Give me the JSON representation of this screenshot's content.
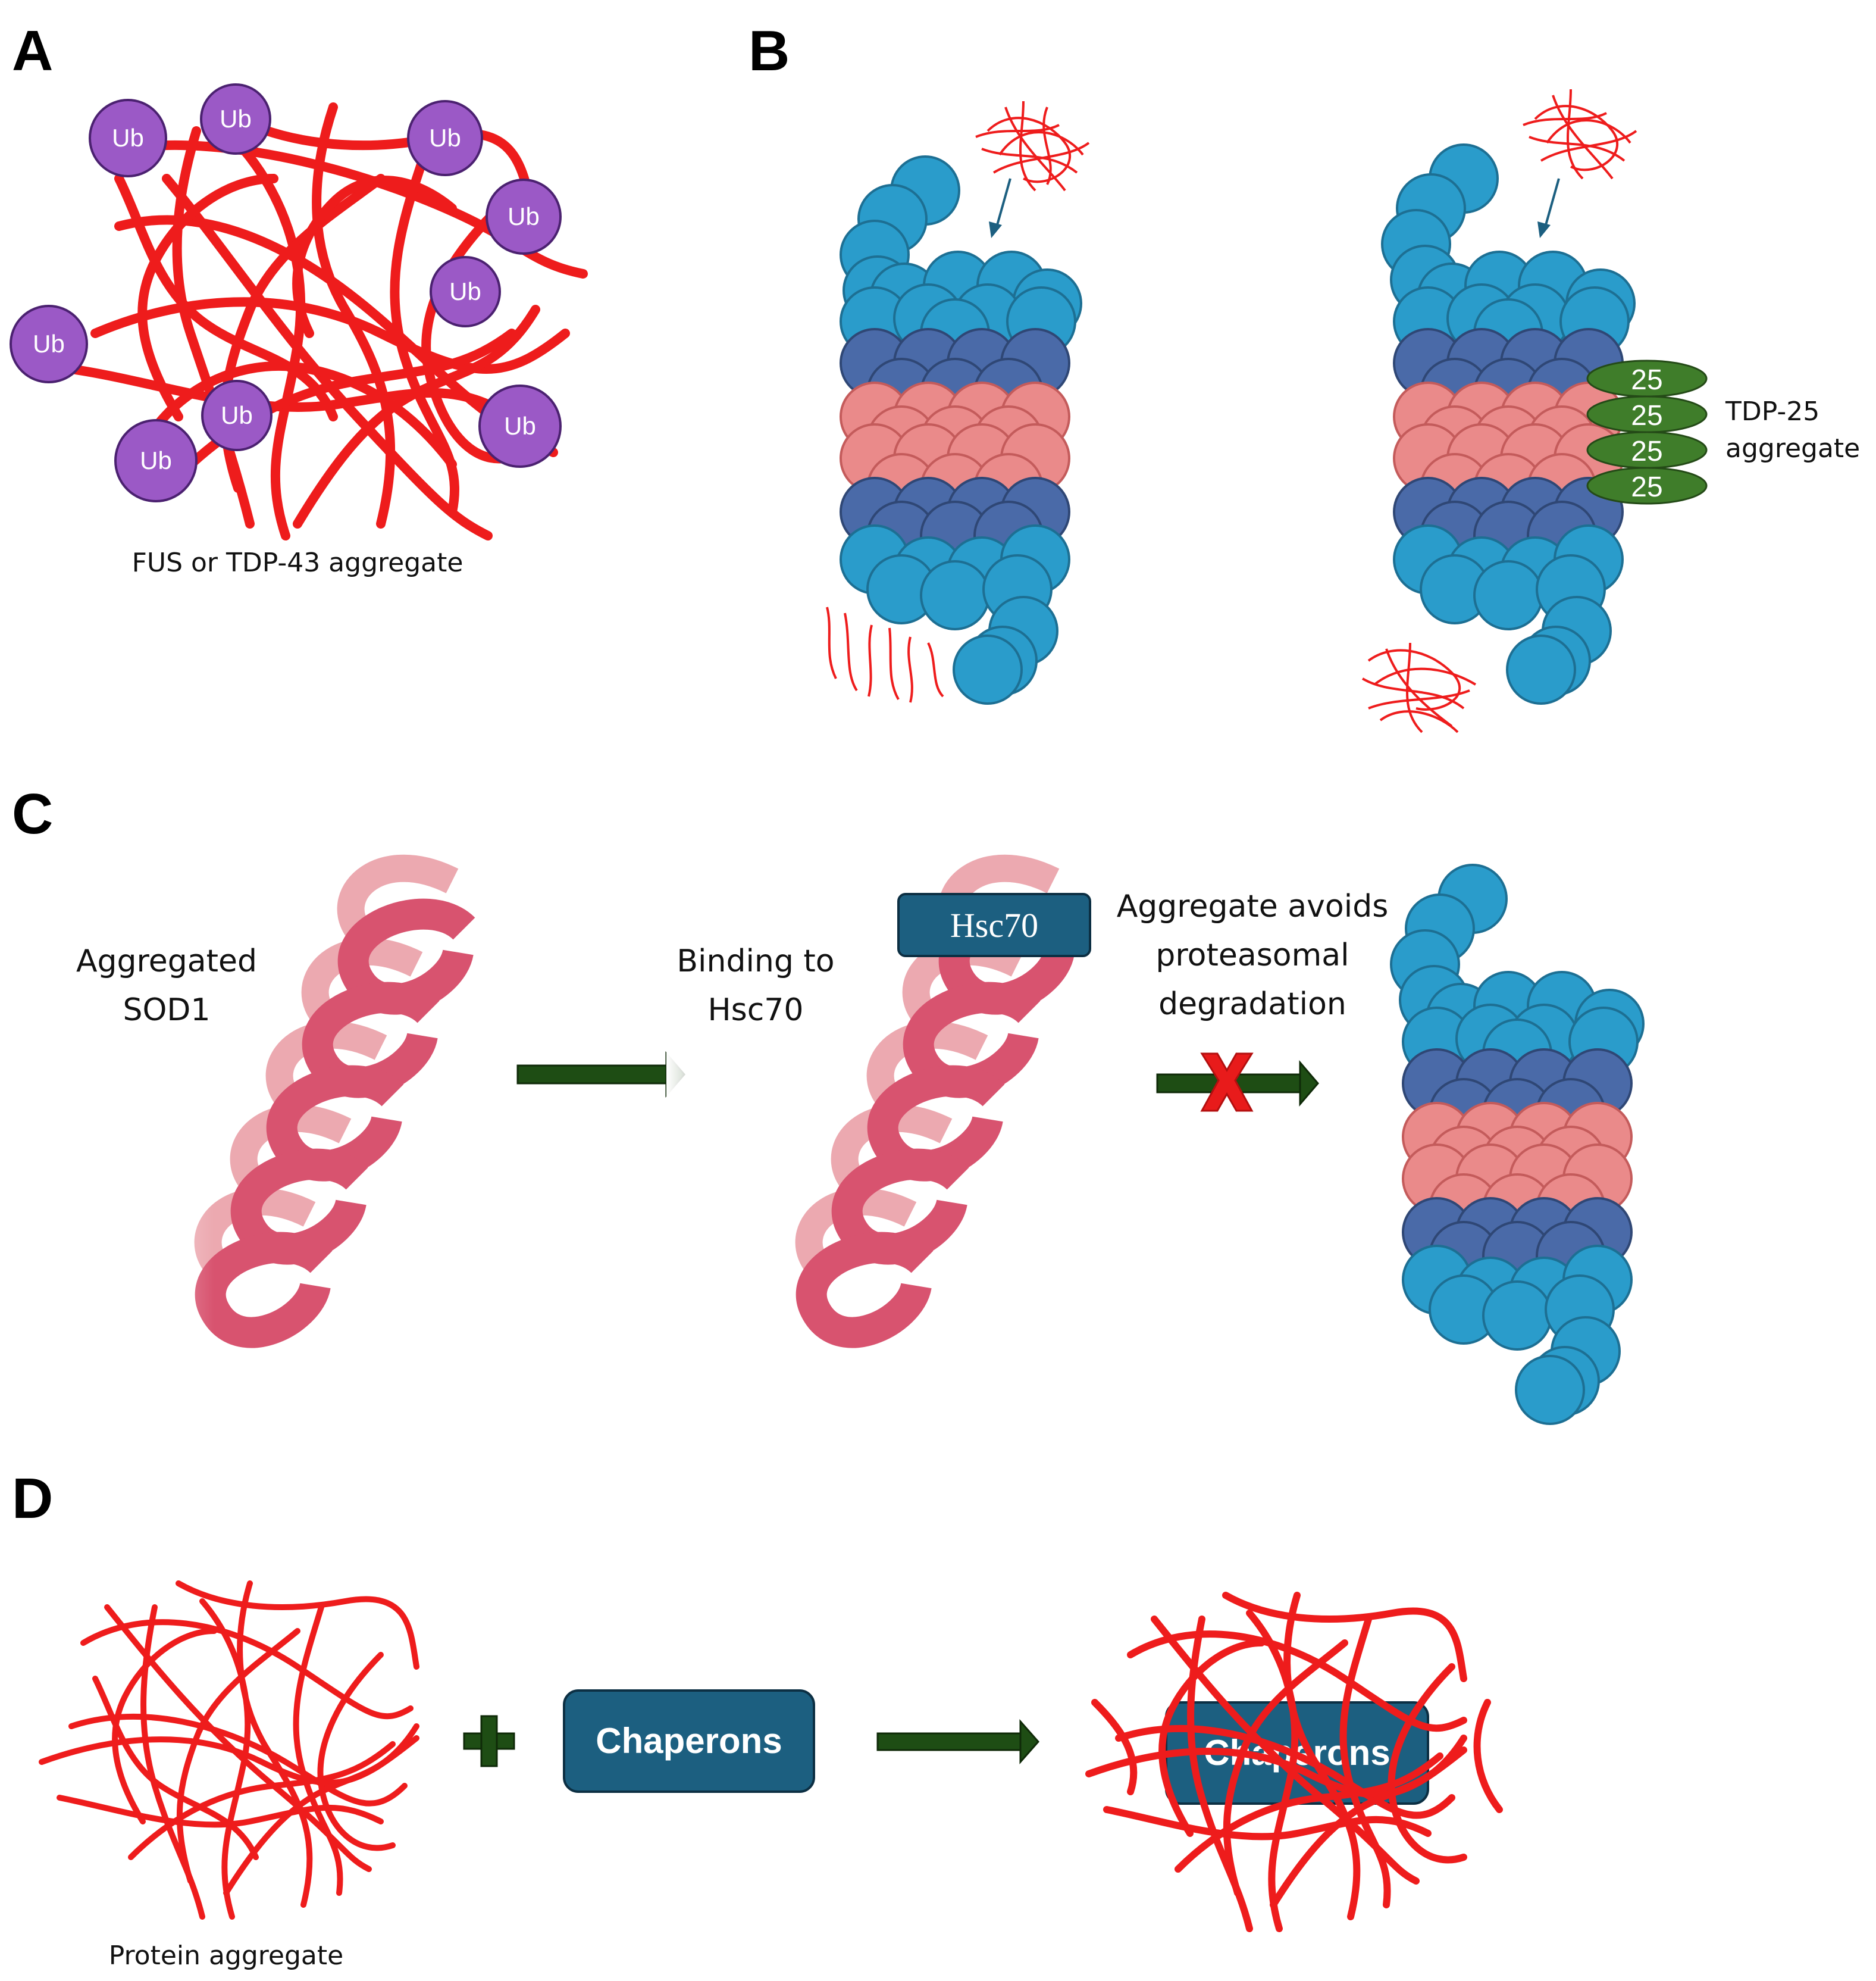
{
  "panels": {
    "a": {
      "letter": "A",
      "ub": "Ub",
      "caption": "FUS or TDP-43 aggregate"
    },
    "b": {
      "letter": "B",
      "tdp_label": "25",
      "tdp_caption_1": "TDP-25",
      "tdp_caption_2": "aggregate"
    },
    "c": {
      "letter": "C",
      "label_1a": "Aggregated",
      "label_1b": "SOD1",
      "label_2a": "Binding to",
      "label_2b": "Hsc70",
      "hsc70": "Hsc70",
      "label_3a": "Aggregate avoids",
      "label_3b": "proteasomal",
      "label_3c": "degradation"
    },
    "d": {
      "letter": "D",
      "chaperons": "Chaperons",
      "caption": "Protein aggregate"
    }
  },
  "colors": {
    "fibril_red": "#ee1c1c",
    "ub_purple": "#9b59c6",
    "proteasome_light": "#2a9ccb",
    "proteasome_dark": "#4a6aa8",
    "proteasome_pink": "#ea8a8a",
    "tdp_green": "#3f7d2a",
    "hsc70_box": "#1c5f80",
    "arrow_green": "#1e4d14",
    "helix_pink": "#d8536f",
    "cross_red": "#e81b1b"
  }
}
